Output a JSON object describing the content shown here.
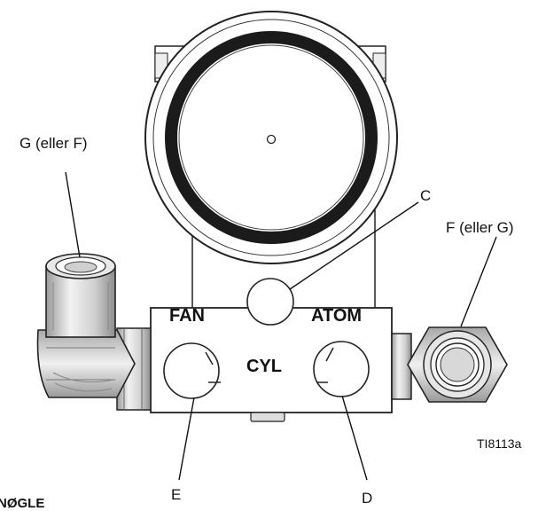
{
  "callouts": {
    "g_or_f": "G (eller F)",
    "c": "C",
    "f_or_g": "F (eller G)",
    "e": "E",
    "d": "D"
  },
  "ports": {
    "fan": "FAN",
    "atom": "ATOM",
    "cyl": "CYL"
  },
  "figure_id": "TI8113a",
  "key_heading": "NØGLE"
}
